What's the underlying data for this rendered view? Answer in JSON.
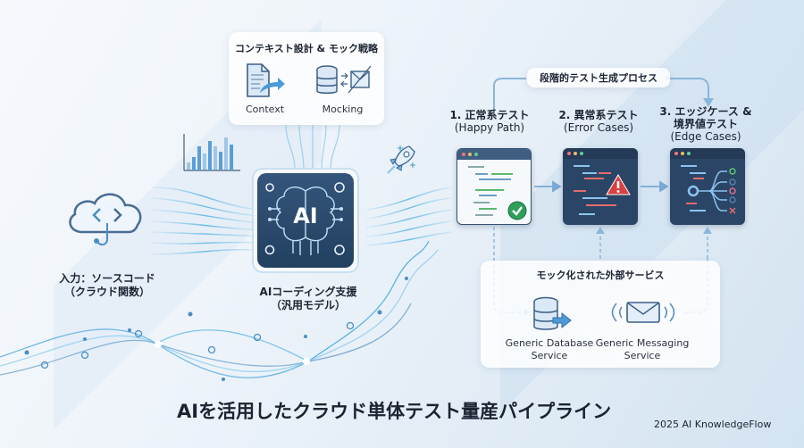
{
  "title": "AIを活用したクラウド単体テスト量産パイプライン",
  "footer": "2025 AI KnowledgeFlow",
  "context_panel": {
    "title": "コンテキスト設計 & モック戦略",
    "items": [
      {
        "label": "Context",
        "icon": "document-arrow-icon"
      },
      {
        "label": "Mocking",
        "icon": "database-mail-icon"
      }
    ]
  },
  "input": {
    "line1": "入力：ソースコード",
    "line2": "（クラウド関数）",
    "icon": "cloud-code-icon"
  },
  "ai_core": {
    "chip_text": "AI",
    "line1": "AIコーディング支援",
    "line2": "（汎用モデル）"
  },
  "process": {
    "title": "段階的テスト生成プロセス",
    "steps": [
      {
        "title": "1. 正常系テスト",
        "subtitle": "(Happy Path)",
        "status_icon": "check-icon"
      },
      {
        "title": "2. 異常系テスト",
        "subtitle": "(Error Cases)",
        "status_icon": "warning-icon"
      },
      {
        "title": "3. エッジケース &",
        "title2": "境界値テスト",
        "subtitle": "(Edge Cases)",
        "status_icon": "branch-icon"
      }
    ]
  },
  "mocked_services": {
    "title": "モック化された外部サービス",
    "services": [
      {
        "line1": "Generic Database",
        "line2": "Service",
        "icon": "database-icon"
      },
      {
        "line1": "Generic Messaging",
        "line2": "Service",
        "icon": "mail-icon"
      }
    ]
  },
  "colors": {
    "accent": "#3b82c4",
    "dark_panel": "#2d4a6e",
    "success": "#2e9e5b",
    "error": "#d94040",
    "flow": "#7cc4ee"
  }
}
